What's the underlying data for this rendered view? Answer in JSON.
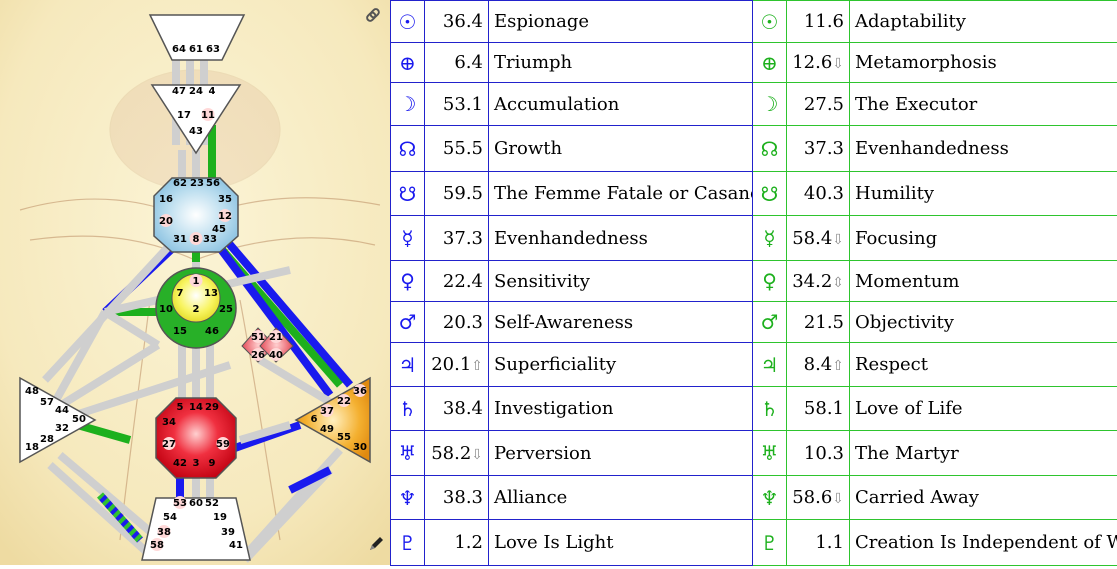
{
  "icons": {
    "link": "link-icon",
    "edit": "pencil-icon"
  },
  "colors": {
    "personality": "#1a1aee",
    "design": "#1db01d",
    "root_red": "#e01020",
    "spleen_orange": "#f0a020",
    "throat_blue": "#a8d4ea",
    "g_yellow": "#f4f050"
  },
  "centers": {
    "head": [
      "64",
      "61",
      "63"
    ],
    "ajna": [
      "47",
      "24",
      "4",
      "17",
      "43",
      "11"
    ],
    "throat": [
      "62",
      "23",
      "56",
      "16",
      "35",
      "20",
      "12",
      "45",
      "31",
      "8",
      "33"
    ],
    "g": [
      "1",
      "7",
      "13",
      "10",
      "2",
      "25",
      "15",
      "46"
    ],
    "ego": [
      "51",
      "21",
      "26",
      "40"
    ],
    "spleen": [
      "48",
      "57",
      "44",
      "50",
      "32",
      "28",
      "18"
    ],
    "sacral": [
      "5",
      "14",
      "29",
      "34",
      "27",
      "59",
      "42",
      "3",
      "9"
    ],
    "solar": [
      "36",
      "22",
      "37",
      "6",
      "49",
      "55",
      "30"
    ],
    "root": [
      "53",
      "60",
      "52",
      "54",
      "19",
      "38",
      "39",
      "58",
      "41"
    ]
  },
  "rows": [
    {
      "planet": "sun-icon",
      "glyph": "☉",
      "p_val": "36.4",
      "p_arrow": "",
      "p_desc": "Espionage",
      "d_val": "11.6",
      "d_arrow": "",
      "d_desc": "Adaptability"
    },
    {
      "planet": "earth-icon",
      "glyph": "⊕",
      "p_val": "6.4",
      "p_arrow": "",
      "p_desc": "Triumph",
      "d_val": "12.6",
      "d_arrow": "⇩",
      "d_desc": "Metamorphosis"
    },
    {
      "planet": "moon-icon",
      "glyph": "☽",
      "p_val": "53.1",
      "p_arrow": "",
      "p_desc": "Accumulation",
      "d_val": "27.5",
      "d_arrow": "",
      "d_desc": "The Executor"
    },
    {
      "planet": "north-node-icon",
      "glyph": "☊",
      "p_val": "55.5",
      "p_arrow": "",
      "p_desc": "Growth",
      "d_val": "37.3",
      "d_arrow": "",
      "d_desc": "Evenhandedness"
    },
    {
      "planet": "south-node-icon",
      "glyph": "☋",
      "p_val": "59.5",
      "p_arrow": "",
      "p_desc": "The Femme Fatale or Casanova",
      "d_val": "40.3",
      "d_arrow": "",
      "d_desc": "Humility"
    },
    {
      "planet": "mercury-icon",
      "glyph": "☿",
      "p_val": "37.3",
      "p_arrow": "",
      "p_desc": "Evenhandedness",
      "d_val": "58.4",
      "d_arrow": "⇩",
      "d_desc": "Focusing"
    },
    {
      "planet": "venus-icon",
      "glyph": "♀",
      "p_val": "22.4",
      "p_arrow": "",
      "p_desc": "Sensitivity",
      "d_val": "34.2",
      "d_arrow": "⇳",
      "d_desc": "Momentum"
    },
    {
      "planet": "mars-icon",
      "glyph": "♂",
      "p_val": "20.3",
      "p_arrow": "",
      "p_desc": "Self-Awareness",
      "d_val": "21.5",
      "d_arrow": "",
      "d_desc": "Objectivity"
    },
    {
      "planet": "jupiter-icon",
      "glyph": "♃",
      "p_val": "20.1",
      "p_arrow": "⇧",
      "p_desc": "Superficiality",
      "d_val": "8.4",
      "d_arrow": "⇧",
      "d_desc": "Respect"
    },
    {
      "planet": "saturn-icon",
      "glyph": "♄",
      "p_val": "38.4",
      "p_arrow": "",
      "p_desc": "Investigation",
      "d_val": "58.1",
      "d_arrow": "",
      "d_desc": "Love of Life"
    },
    {
      "planet": "uranus-icon",
      "glyph": "♅",
      "p_val": "58.2",
      "p_arrow": "⇩",
      "p_desc": "Perversion",
      "d_val": "10.3",
      "d_arrow": "",
      "d_desc": "The Martyr"
    },
    {
      "planet": "neptune-icon",
      "glyph": "♆",
      "p_val": "38.3",
      "p_arrow": "",
      "p_desc": "Alliance",
      "d_val": "58.6",
      "d_arrow": "⇩",
      "d_desc": "Carried Away"
    },
    {
      "planet": "pluto-icon",
      "glyph": "♇",
      "p_val": "1.2",
      "p_arrow": "",
      "p_desc": "Love Is Light",
      "d_val": "1.1",
      "d_arrow": "",
      "d_desc": "Creation Is Independent of Will"
    }
  ]
}
